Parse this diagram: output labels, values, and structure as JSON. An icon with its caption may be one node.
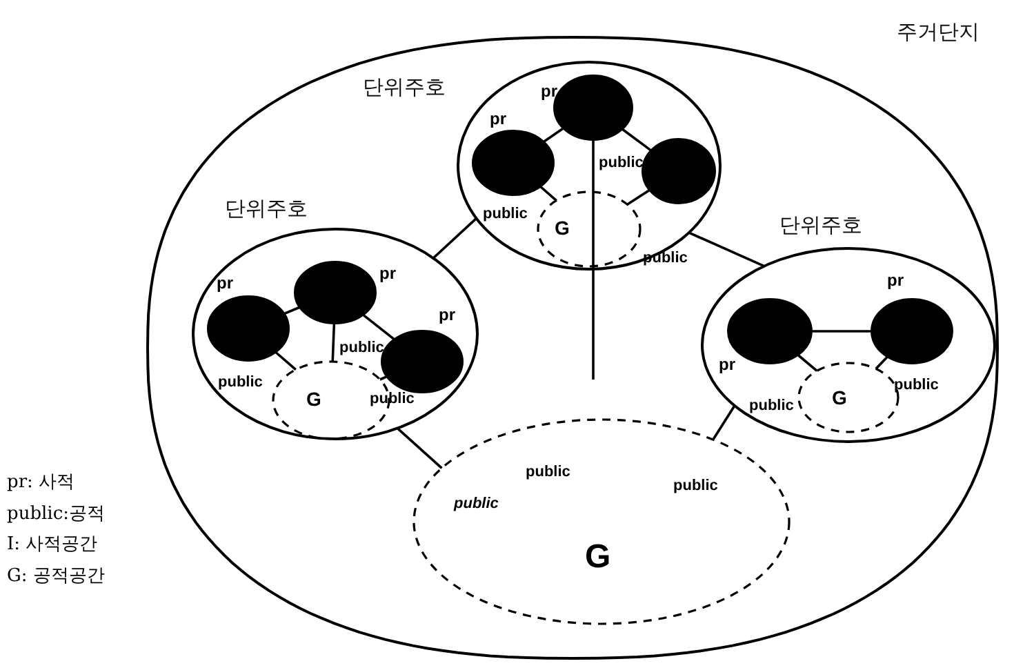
{
  "diagram": {
    "nodes": [
      {
        "text": [
          "주거단지"
        ]
      },
      {
        "text": [
          "단위주호"
        ],
        "in": 0
      },
      {
        "text": [],
        "shape": "circle",
        "beside": [
          "pr"
        ],
        "in": 1
      },
      {
        "text": [],
        "shape": "circle",
        "beside": [
          "pr"
        ],
        "in": 1
      },
      {
        "text": [],
        "shape": "circle",
        "in": 1
      },
      {
        "text": [
          "G"
        ],
        "in": 1
      },
      {
        "text": [
          "단위주호"
        ],
        "in": 0
      },
      {
        "text": [],
        "shape": "circle",
        "beside": [
          "pr"
        ],
        "in": 6
      },
      {
        "text": [],
        "shape": "circle",
        "beside": [
          "pr"
        ],
        "in": 6
      },
      {
        "text": [],
        "shape": "circle",
        "beside": [
          "pr"
        ],
        "in": 6
      },
      {
        "text": [
          "G"
        ],
        "in": 6
      },
      {
        "text": [
          "단위주호"
        ],
        "in": 0
      },
      {
        "text": [],
        "shape": "circle",
        "beside": [
          "pr"
        ],
        "in": 11
      },
      {
        "text": [],
        "shape": "circle",
        "beside": [
          "pr"
        ],
        "in": 11
      },
      {
        "text": [
          "G"
        ],
        "in": 11
      },
      {
        "text": [
          "G"
        ],
        "in": 0
      }
    ],
    "edges": [
      {
        "from": 2,
        "to": 3,
        "arrow": "none"
      },
      {
        "from": 3,
        "to": 4,
        "arrow": "none"
      },
      {
        "from": 2,
        "to": 5,
        "arrow": "none"
      },
      {
        "from": 4,
        "to": 5,
        "arrow": "none"
      },
      {
        "from": 3,
        "to": null,
        "arrow": "none"
      },
      {
        "from": 7,
        "to": 8,
        "arrow": "none"
      },
      {
        "from": 8,
        "to": 9,
        "arrow": "none"
      },
      {
        "from": 7,
        "to": 10,
        "arrow": "none"
      },
      {
        "from": 8,
        "to": 10,
        "arrow": "none"
      },
      {
        "from": 9,
        "to": 10,
        "arrow": "none"
      },
      {
        "from": 12,
        "to": 13,
        "arrow": "none"
      },
      {
        "from": 12,
        "to": 14,
        "arrow": "none"
      },
      {
        "from": 13,
        "to": 14,
        "arrow": "none"
      },
      {
        "from": 6,
        "to": 1,
        "arrow": "none"
      },
      {
        "from": 1,
        "to": 11,
        "arrow": "none"
      },
      {
        "from": 6,
        "to": 15,
        "arrow": "none"
      },
      {
        "from": 11,
        "to": 15,
        "arrow": "none"
      }
    ],
    "labels": [
      "public",
      "public",
      "public",
      "public",
      "public",
      "public",
      "public",
      "public",
      "public",
      "*public*",
      "public",
      "pr: 사적",
      "public:공적",
      "I: 사적공간",
      "G: 공적공간"
    ]
  }
}
